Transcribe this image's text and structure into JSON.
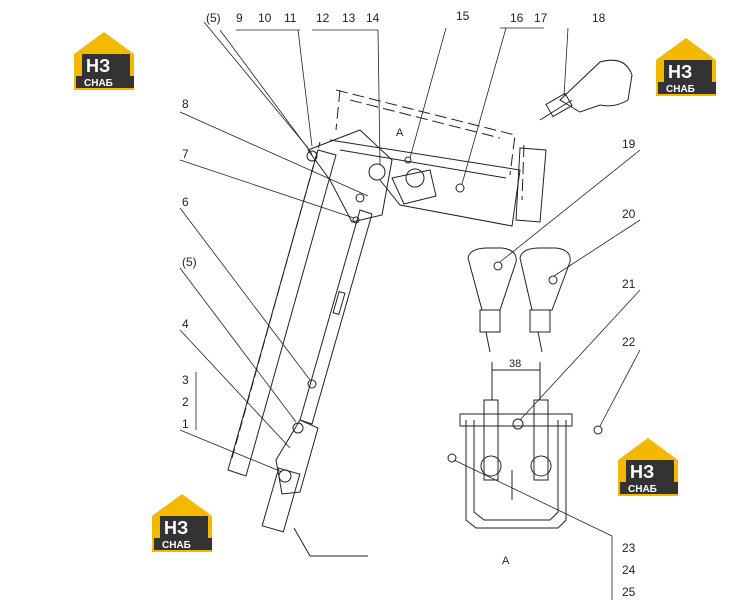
{
  "drawing": {
    "callouts": {
      "c5": "(5)",
      "c9": "9",
      "c10": "10",
      "c11": "11",
      "c12": "12",
      "c13": "13",
      "c14": "14",
      "c15": "15",
      "c16": "16",
      "c17": "17",
      "c18": "18",
      "c8": "8",
      "c7": "7",
      "c6": "6",
      "c19": "19",
      "c20": "20",
      "c21": "21",
      "c22": "22",
      "c4": "4",
      "c3": "3",
      "c2": "2",
      "c1": "1",
      "c23": "23",
      "c24": "24",
      "c25": "25"
    },
    "view_label_top": "A",
    "view_label_bottom": "A",
    "dimension_38": "38"
  },
  "watermark": {
    "top": "НЗ",
    "bottom": "СНАБ"
  }
}
